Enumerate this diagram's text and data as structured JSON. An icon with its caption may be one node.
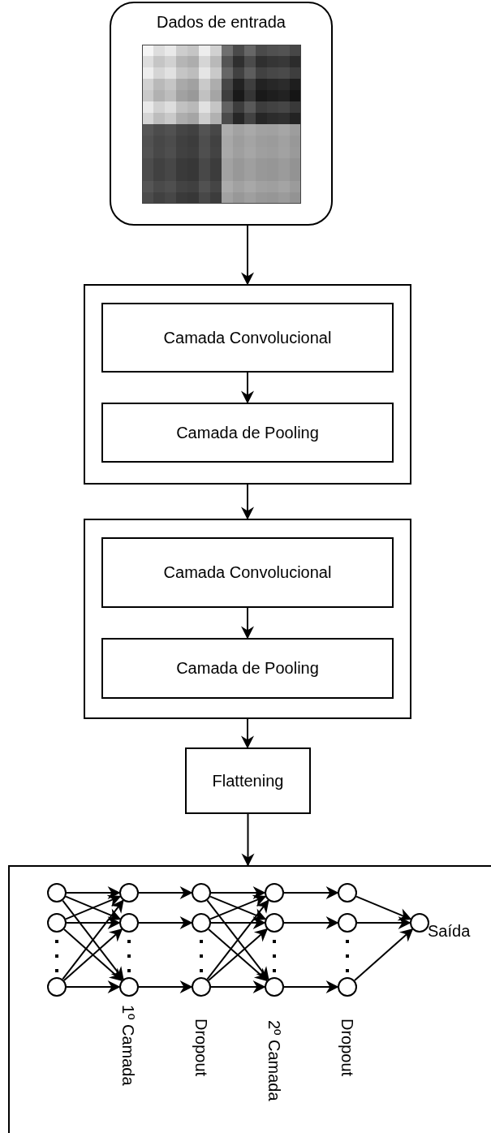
{
  "diagram": {
    "nodes": [
      {
        "text": [
          "Dados de entrada"
        ]
      },
      {
        "text": [],
        "shape": "box"
      },
      {
        "text": [
          "Camada Convolucional"
        ],
        "in": 1
      },
      {
        "text": [
          "Camada de Pooling"
        ],
        "in": 1
      },
      {
        "text": [],
        "shape": "box"
      },
      {
        "text": [
          "Camada Convolucional"
        ],
        "in": 4
      },
      {
        "text": [
          "Camada de Pooling"
        ],
        "in": 4
      },
      {
        "text": [
          "Flattening"
        ]
      },
      {
        "text": [],
        "shape": "box"
      },
      {
        "text": [],
        "shape": "circle",
        "in": 8
      },
      {
        "text": [],
        "shape": "circle",
        "in": 8
      },
      {
        "text": [],
        "shape": "circle",
        "in": 8
      },
      {
        "text": [],
        "shape": "circle",
        "in": 8
      },
      {
        "text": [],
        "shape": "circle",
        "in": 8
      },
      {
        "text": [],
        "shape": "circle",
        "in": 8,
        "beside": [
          "1º Camada"
        ]
      },
      {
        "text": [],
        "shape": "circle",
        "in": 8
      },
      {
        "text": [],
        "shape": "circle",
        "in": 8
      },
      {
        "text": [],
        "shape": "circle",
        "in": 8,
        "beside": [
          "Dropout"
        ]
      },
      {
        "text": [],
        "shape": "circle",
        "in": 8
      },
      {
        "text": [],
        "shape": "circle",
        "in": 8
      },
      {
        "text": [],
        "shape": "circle",
        "in": 8,
        "beside": [
          "2º Camada"
        ]
      },
      {
        "text": [],
        "shape": "circle",
        "in": 8
      },
      {
        "text": [],
        "shape": "circle",
        "in": 8
      },
      {
        "text": [],
        "shape": "circle",
        "in": 8,
        "beside": [
          "Dropout"
        ]
      },
      {
        "text": [],
        "shape": "circle",
        "in": 8,
        "beside": [
          "Saída"
        ]
      }
    ],
    "edges": [
      {
        "from": 0,
        "to": 1,
        "arrow": "to"
      },
      {
        "from": 2,
        "to": 3,
        "arrow": "to"
      },
      {
        "from": 1,
        "to": 4,
        "arrow": "to"
      },
      {
        "from": 5,
        "to": 6,
        "arrow": "to"
      },
      {
        "from": 4,
        "to": 7,
        "arrow": "to"
      },
      {
        "from": 7,
        "to": 8,
        "arrow": "to"
      },
      {
        "from": 9,
        "to": 12,
        "arrow": "to"
      },
      {
        "from": 9,
        "to": 13,
        "arrow": "to"
      },
      {
        "from": 9,
        "to": 14,
        "arrow": "to"
      },
      {
        "from": 10,
        "to": 12,
        "arrow": "to"
      },
      {
        "from": 10,
        "to": 13,
        "arrow": "to"
      },
      {
        "from": 10,
        "to": 14,
        "arrow": "to"
      },
      {
        "from": 11,
        "to": 12,
        "arrow": "to"
      },
      {
        "from": 11,
        "to": 13,
        "arrow": "to"
      },
      {
        "from": 11,
        "to": 14,
        "arrow": "to"
      },
      {
        "from": 12,
        "to": 15,
        "arrow": "to"
      },
      {
        "from": 13,
        "to": 16,
        "arrow": "to"
      },
      {
        "from": 14,
        "to": 17,
        "arrow": "to"
      },
      {
        "from": 15,
        "to": 18,
        "arrow": "to"
      },
      {
        "from": 15,
        "to": 19,
        "arrow": "to"
      },
      {
        "from": 15,
        "to": 20,
        "arrow": "to"
      },
      {
        "from": 16,
        "to": 18,
        "arrow": "to"
      },
      {
        "from": 16,
        "to": 19,
        "arrow": "to"
      },
      {
        "from": 16,
        "to": 20,
        "arrow": "to"
      },
      {
        "from": 17,
        "to": 18,
        "arrow": "to"
      },
      {
        "from": 17,
        "to": 19,
        "arrow": "to"
      },
      {
        "from": 17,
        "to": 20,
        "arrow": "to"
      },
      {
        "from": 18,
        "to": 21,
        "arrow": "to"
      },
      {
        "from": 19,
        "to": 22,
        "arrow": "to"
      },
      {
        "from": 20,
        "to": 23,
        "arrow": "to"
      },
      {
        "from": 21,
        "to": 24,
        "arrow": "to"
      },
      {
        "from": 22,
        "to": 24,
        "arrow": "to"
      },
      {
        "from": 23,
        "to": 24,
        "arrow": "to"
      }
    ]
  }
}
